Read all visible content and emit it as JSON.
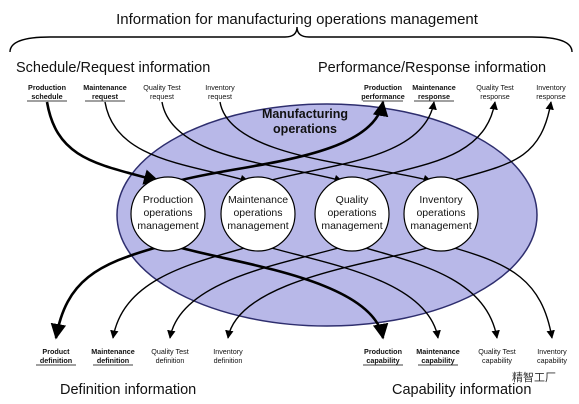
{
  "title": "Information for manufacturing operations management",
  "left_top_heading": "Schedule/Request information",
  "right_top_heading": "Performance/Response information",
  "left_bottom_heading": "Definition information",
  "right_bottom_heading": "Capability information",
  "center_label_1": "Manufacturing",
  "center_label_2": "operations",
  "top_left_items": [
    {
      "line1": "Production",
      "line2": "schedule"
    },
    {
      "line1": "Maintenance",
      "line2": "request"
    },
    {
      "line1": "Quality Test",
      "line2": "request"
    },
    {
      "line1": "Inventory",
      "line2": "request"
    }
  ],
  "top_right_items": [
    {
      "line1": "Production",
      "line2": "performance"
    },
    {
      "line1": "Maintenance",
      "line2": "response"
    },
    {
      "line1": "Quality Test",
      "line2": "response"
    },
    {
      "line1": "Inventory",
      "line2": "response"
    }
  ],
  "bottom_left_items": [
    {
      "line1": "Product",
      "line2": "definition"
    },
    {
      "line1": "Maintenance",
      "line2": "definition"
    },
    {
      "line1": "Quality Test",
      "line2": "definition"
    },
    {
      "line1": "Inventory",
      "line2": "definition"
    }
  ],
  "bottom_right_items": [
    {
      "line1": "Production",
      "line2": "capability"
    },
    {
      "line1": "Maintenance",
      "line2": "capability"
    },
    {
      "line1": "Quality Test",
      "line2": "capability"
    },
    {
      "line1": "Inventory",
      "line2": "capability"
    }
  ],
  "activities": [
    {
      "line1": "Production",
      "line2": "operations",
      "line3": "management"
    },
    {
      "line1": "Maintenance",
      "line2": "operations",
      "line3": "management"
    },
    {
      "line1": "Quality",
      "line2": "operations",
      "line3": "management"
    },
    {
      "line1": "Inventory",
      "line2": "operations",
      "line3": "management"
    }
  ],
  "watermark": "精智工厂",
  "colors": {
    "ellipse_fill": "#b8b8e8",
    "ellipse_stroke": "#2e2e6e",
    "circle_fill": "#ffffff"
  }
}
